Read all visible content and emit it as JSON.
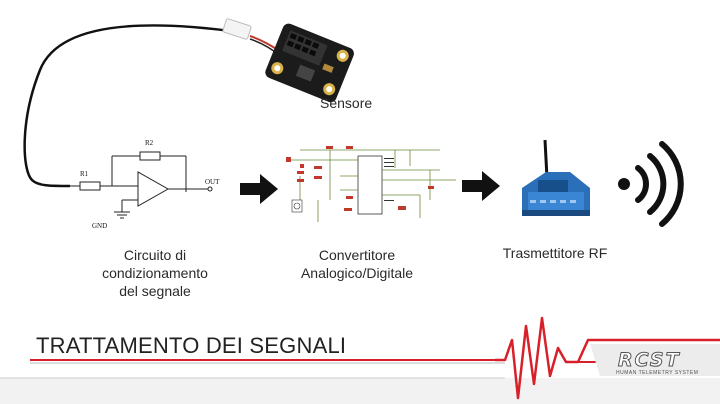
{
  "labels": {
    "sensor": "Sensore",
    "circuit_line1": "Circuito di",
    "circuit_line2": "condizionamento",
    "circuit_line3": "del segnale",
    "adc_line1": "Convertitore",
    "adc_line2": "Analogico/Digitale",
    "rf": "Trasmettitore RF"
  },
  "schematic": {
    "r1": "R1",
    "r2": "R2",
    "gnd": "GND",
    "out": "OUT"
  },
  "title": "TRATTAMENTO DEI SEGNALI",
  "brand": {
    "name": "RCST",
    "tagline": "HUMAN TELEMETRY SYSTEM"
  },
  "colors": {
    "accent_red": "#d8202a",
    "arrow": "#111111"
  },
  "icons": [
    "sensor-board-icon",
    "arrow-right-icon",
    "xbee-module-icon",
    "wireless-signal-icon"
  ]
}
